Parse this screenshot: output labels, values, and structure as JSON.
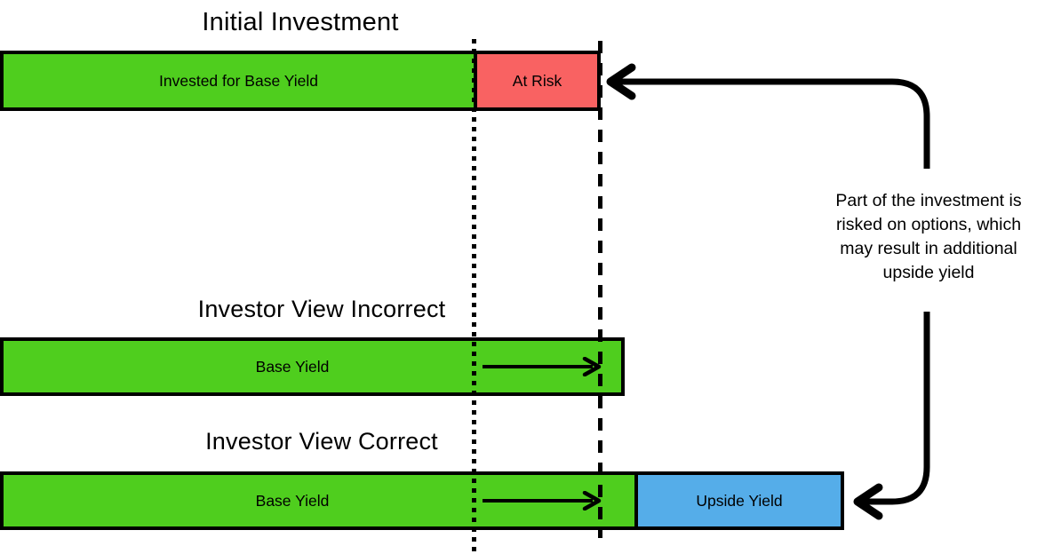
{
  "colors": {
    "green": "#4FCE1E",
    "red": "#F96262",
    "blue": "#55ADE9",
    "stroke": "#000000"
  },
  "sections": {
    "initial": {
      "title": "Initial Investment",
      "segments": [
        {
          "label": "Invested for Base Yield",
          "color": "#4FCE1E"
        },
        {
          "label": "At Risk",
          "color": "#F96262"
        }
      ]
    },
    "incorrect": {
      "title": "Investor View Incorrect",
      "segments": [
        {
          "label": "Base Yield",
          "color": "#4FCE1E"
        }
      ]
    },
    "correct": {
      "title": "Investor View Correct",
      "segments": [
        {
          "label": "Base Yield",
          "color": "#4FCE1E"
        },
        {
          "label": "Upside Yield",
          "color": "#55ADE9"
        }
      ]
    }
  },
  "annotation": {
    "lines": [
      "Part of the investment is",
      "risked on options, which",
      "may result in additional",
      "upside yield"
    ]
  }
}
